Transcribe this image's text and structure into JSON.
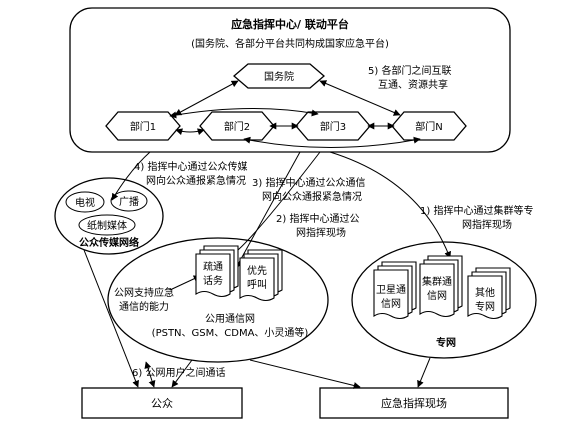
{
  "platform": {
    "title": "应急指挥中心/ 联动平台",
    "subtitle": "(国务院、各部分平台共同构成国家应急平台)",
    "state_council": "国务院",
    "departments": [
      "部门1",
      "部门2",
      "部门3",
      "部门N"
    ],
    "note_line1": "5) 各部门之间互联",
    "note_line2": "互通、资源共享"
  },
  "labels": {
    "l4_line1": "4) 指挥中心通过公众传媒",
    "l4_line2": "网向公众通报紧急情况",
    "l3_line1": "3) 指挥中心通过公众通信",
    "l3_line2": "网向公众通报紧急情况",
    "l2_line1": "2) 指挥中心通过公",
    "l2_line2": "网指挥现场",
    "l1_line1": "1) 指挥中心通过集群等专",
    "l1_line2": "网指挥现场",
    "l6": "6) 公网用户之间通话"
  },
  "media": {
    "tv": "电视",
    "broadcast": "广播",
    "print": "纸制媒体",
    "caption": "公众传媒网络"
  },
  "public_net": {
    "capability_line1": "公网支持应急",
    "capability_line2": "通信的能力",
    "doc1_line1": "疏通",
    "doc1_line2": "话务",
    "doc2_line1": "优先",
    "doc2_line2": "呼叫",
    "caption_line1": "公用通信网",
    "caption_line2": "(PSTN、GSM、CDMA、小灵通等)"
  },
  "private_net": {
    "doc1_line1": "卫星通",
    "doc1_line2": "信网",
    "doc2_line1": "集群通",
    "doc2_line2": "信网",
    "doc3_line1": "其他",
    "doc3_line2": "专网",
    "caption": "专网"
  },
  "boxes": {
    "public": "公众",
    "scene": "应急指挥现场"
  }
}
